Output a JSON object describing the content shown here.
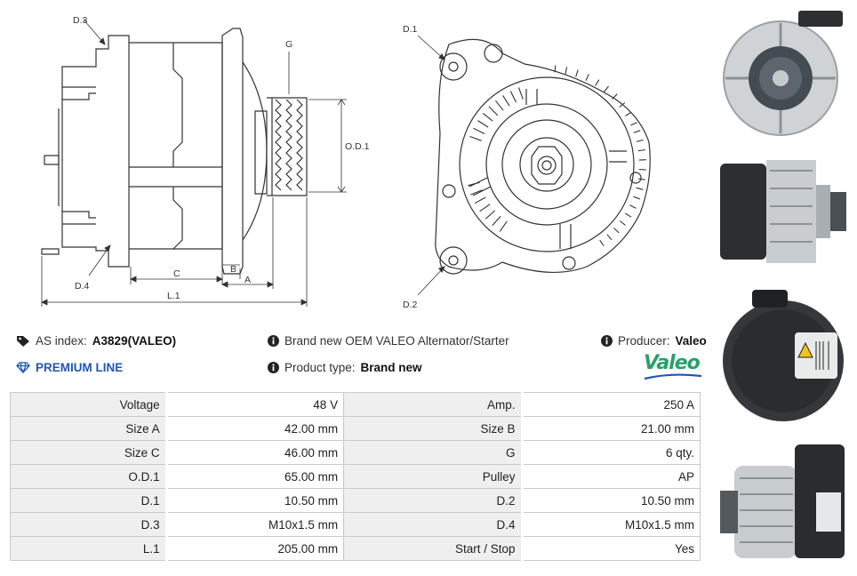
{
  "diagram_labels": {
    "d3": "D.3",
    "d4": "D.4",
    "g": "G",
    "od1": "O.D.1",
    "c": "C",
    "b": "B",
    "a": "A",
    "l1": "L.1",
    "d1": "D.1",
    "d2": "D.2"
  },
  "info": {
    "as_index_label": "AS index:",
    "as_index_value": "A3829(VALEO)",
    "description": "Brand new OEM VALEO Alternator/Starter",
    "producer_label": "Producer:",
    "producer_value": "Valeo",
    "premium_line": "PREMIUM LINE",
    "product_type_label": "Product type:",
    "product_type_value": "Brand new",
    "logo_text": "Valeo"
  },
  "specs": [
    {
      "l1": "Voltage",
      "v1": "48 V",
      "l2": "Amp.",
      "v2": "250 A"
    },
    {
      "l1": "Size A",
      "v1": "42.00 mm",
      "l2": "Size B",
      "v2": "21.00 mm"
    },
    {
      "l1": "Size C",
      "v1": "46.00 mm",
      "l2": "G",
      "v2": "6 qty."
    },
    {
      "l1": "O.D.1",
      "v1": "65.00 mm",
      "l2": "Pulley",
      "v2": "AP"
    },
    {
      "l1": "D.1",
      "v1": "10.50 mm",
      "l2": "D.2",
      "v2": "10.50 mm"
    },
    {
      "l1": "D.3",
      "v1": "M10x1.5 mm",
      "l2": "D.4",
      "v2": "M10x1.5 mm"
    },
    {
      "l1": "L.1",
      "v1": "205.00 mm",
      "l2": "Start / Stop",
      "v2": "Yes"
    }
  ],
  "colors": {
    "accent": "#1f56b5",
    "logo_green": "#29a06a",
    "label_bg": "#efefef"
  }
}
